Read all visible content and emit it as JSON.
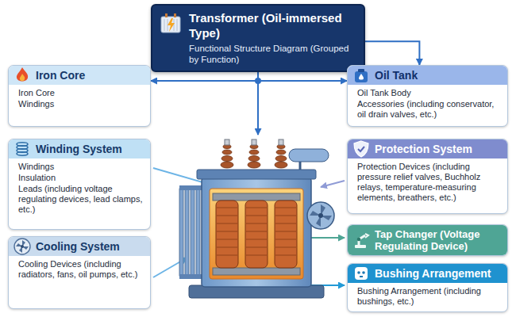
{
  "diagram": {
    "nodes": [
      {
        "text": [
          "Transformer (Oil-immersed Type)",
          "Functional Structure Diagram (Grouped by Function)"
        ]
      },
      {
        "text": [
          "Iron Core",
          "Iron Core",
          "Windings"
        ]
      },
      {
        "text": [
          "Oil Tank",
          "Oil Tank Body",
          "Accessories (including conservator, oil drain valves, etc.)"
        ]
      },
      {
        "text": [
          "Winding System",
          "Windings",
          "Insulation",
          "Leads (including voltage regulating devices, lead clamps, etc.)"
        ]
      },
      {
        "text": [
          "Protection System",
          "Protection Devices (including pressure relief valves, Buchholz relays, temperature-measuring elements, breathers, etc.)"
        ]
      },
      {
        "text": [
          "Cooling System",
          "Cooling Devices (including radiators, fans, oil pumps, etc.)"
        ]
      },
      {
        "text": [
          "Tap Changer (Voltage Regulating Device)"
        ]
      },
      {
        "text": [
          "Bushing Arrangement",
          "Bushing Arrangement (including bushings, etc.)"
        ]
      }
    ],
    "edges": [
      {
        "from": 0,
        "to": 1,
        "arrow": "to"
      },
      {
        "from": 0,
        "to": 2,
        "arrow": "to"
      },
      {
        "from": 0,
        "to": 2,
        "arrow": "to"
      }
    ]
  }
}
